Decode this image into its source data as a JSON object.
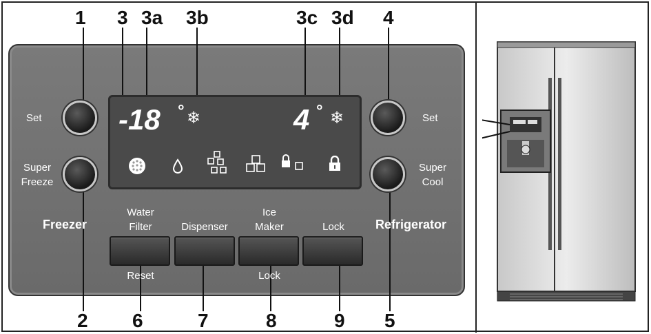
{
  "callouts": {
    "n1": "1",
    "n2": "2",
    "n3": "3",
    "n3a": "3a",
    "n3b": "3b",
    "n3c": "3c",
    "n3d": "3d",
    "n4": "4",
    "n5": "5",
    "n6": "6",
    "n7": "7",
    "n8": "8",
    "n9": "9"
  },
  "display": {
    "freezer_temp": "-18",
    "fridge_temp": "4",
    "degree": "°",
    "icons": [
      "snowflake-icon",
      "crushed-ice-icon",
      "water-drop-icon",
      "ice-cubes-icon",
      "ice-cube-icon",
      "lock-ice-maker-icon",
      "lock-icon"
    ]
  },
  "labels": {
    "set_left": "Set",
    "super_freeze_1": "Super",
    "super_freeze_2": "Freeze",
    "freezer": "Freezer",
    "set_right": "Set",
    "super_cool_1": "Super",
    "super_cool_2": "Cool",
    "refrigerator": "Refrigerator",
    "water_filter_1": "Water",
    "water_filter_2": "Filter",
    "dispenser": "Dispenser",
    "ice_maker_1": "Ice",
    "ice_maker_2": "Maker",
    "lock": "Lock",
    "reset": "Reset",
    "lock_below": "Lock"
  }
}
